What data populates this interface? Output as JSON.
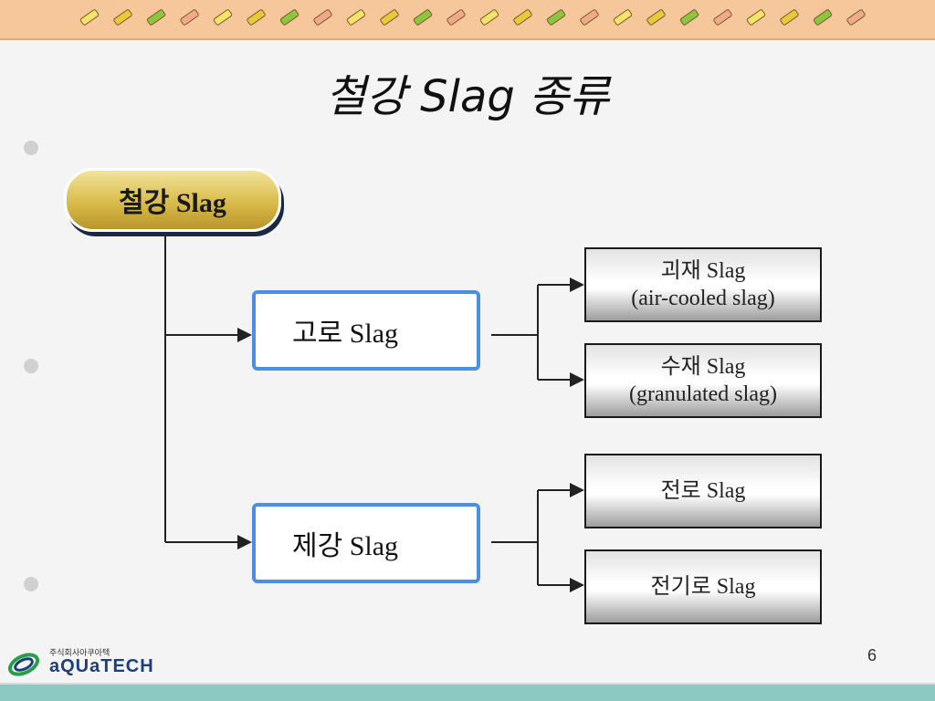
{
  "slide": {
    "title": "철강 Slag 종류",
    "page_number": "6"
  },
  "diagram": {
    "root": "철강 Slag",
    "branches": [
      {
        "label": "고로 Slag",
        "children": [
          {
            "line1": "괴재 Slag",
            "line2": "(air-cooled slag)"
          },
          {
            "line1": "수재 Slag",
            "line2": "(granulated slag)"
          }
        ]
      },
      {
        "label": "제강 Slag",
        "children": [
          {
            "line1": "전로 Slag",
            "line2": ""
          },
          {
            "line1": "전기로 Slag",
            "line2": ""
          }
        ]
      }
    ]
  },
  "logo": {
    "company_korean": "주식회사아쿠아텍",
    "company_name": "aQUaTECH"
  },
  "colors": {
    "top_bar": "#f6c79b",
    "bottom_bar": "#8cc9c2",
    "root_gold": "#d9bb4b",
    "mid_border": "#4a8fe0"
  }
}
